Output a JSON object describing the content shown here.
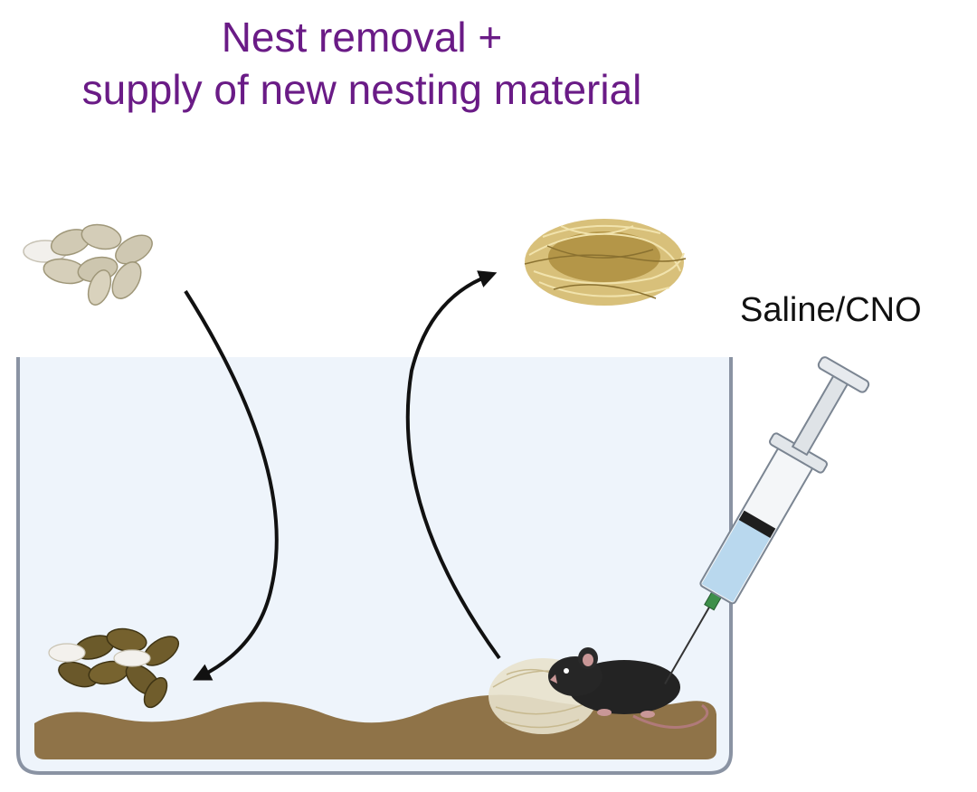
{
  "title": {
    "line1": "Nest removal +",
    "line2": "supply of new nesting material"
  },
  "labels": {
    "injection": "Saline/CNO"
  },
  "colors": {
    "title": "#6a1b86",
    "cage_fill": "#eef4fb",
    "cage_outline": "#8a93a3",
    "bedding": "#8f7348",
    "old_pellets": "#6b5a2a",
    "new_nest": "#c9ad5e",
    "mouse": "#232323",
    "syringe_liquid": "#b9d8ee"
  },
  "icons": [
    "food-pellets-clean",
    "food-pellets-soiled",
    "nest-new",
    "nest-built",
    "mouse",
    "syringe",
    "arrow-down",
    "arrow-up"
  ]
}
